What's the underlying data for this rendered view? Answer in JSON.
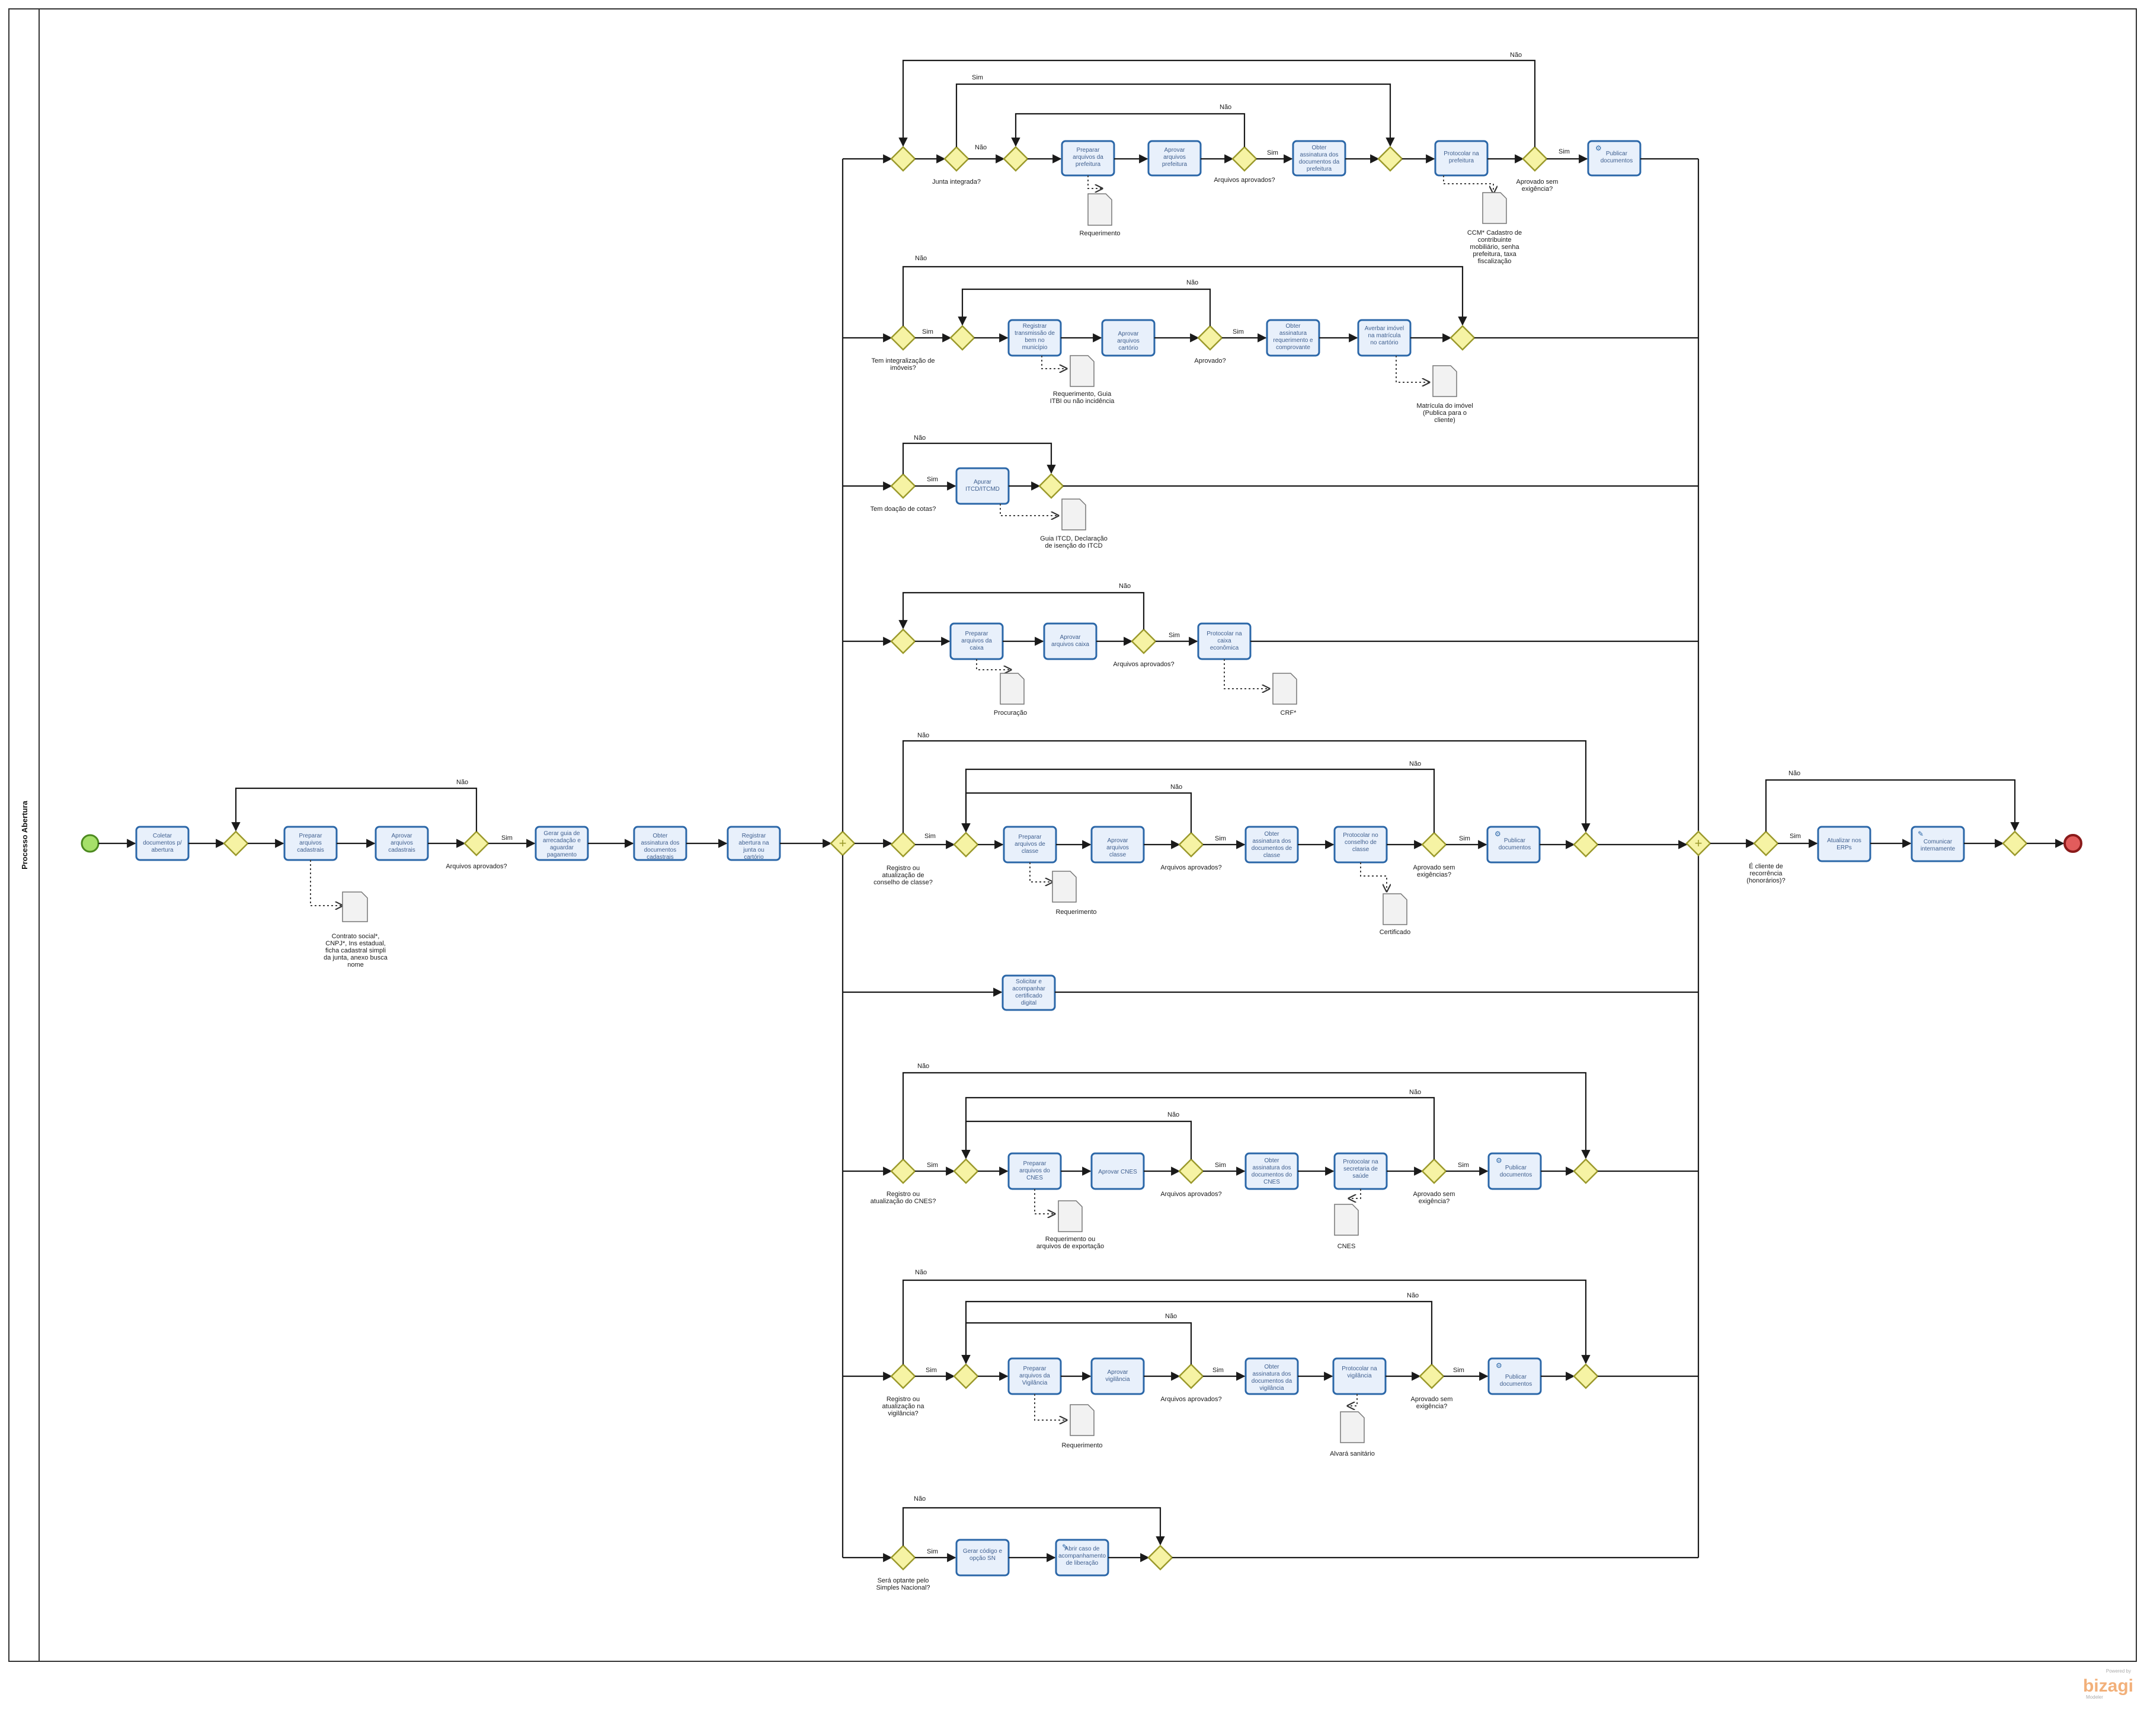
{
  "pool": {
    "title": "Processo Abertura"
  },
  "branding": {
    "powered": "Powered by",
    "name": "bizagi",
    "product": "Modeler"
  },
  "main": {
    "tasks": [
      "Coletar documentos p/ abertura",
      "Preparar arquivos cadastrais",
      "Aprovar arquivos cadastrais",
      "Gerar guia de arrecadação e aguardar pagamento",
      "Obter assinatura dos documentos cadastrais",
      "Registrar abertura na junta ou cartório"
    ],
    "gateway_label": "Arquivos aprovados?",
    "no": "Não",
    "yes": "Sim",
    "doc": "Contrato social*, CNPJ*, Ins estadual, ficha cadastral simpli da junta, anexo busca nome"
  },
  "lane_prefeitura": {
    "tasks": [
      "Preparar arquivos da prefeitura",
      "Aprovar arquivos prefeitura",
      "Obter assinatura dos documentos da prefeitura",
      "Protocolar na prefeitura",
      "Publicar documentos"
    ],
    "gw_junta": "Junta integrada?",
    "gw_aprov": "Arquivos aprovados?",
    "gw_semexig": "Aprovado sem exigência?",
    "doc1": "Requerimento",
    "doc2": "CCM* Cadastro de contribuinte mobiliário, senha prefeitura, taxa fiscalização"
  },
  "lane_imoveis": {
    "tasks": [
      "Registrar transmissão de bem no município",
      "Aprovar arquivos cartório",
      "Obter assinatura requerimento e comprovante",
      "Averbar imóvel na matrícula no cartório"
    ],
    "gw_tem": "Tem integralização de imóveis?",
    "gw_aprov": "Aprovado?",
    "doc1": "Requerimento, Guia ITBI ou não incidência",
    "doc2": "Matrícula do imóvel (Publica para o cliente)"
  },
  "lane_doacao": {
    "tasks": [
      "Apurar ITCD/ITCMD"
    ],
    "gw": "Tem doação de cotas?",
    "doc": "Guia ITCD, Declaração de isenção do ITCD"
  },
  "lane_caixa": {
    "tasks": [
      "Preparar arquivos da caixa",
      "Aprovar arquivos caixa",
      "Protocolar na caixa econômica"
    ],
    "gw": "Arquivos aprovados?",
    "doc1": "Procuração",
    "doc2": "CRF*"
  },
  "lane_classe": {
    "tasks": [
      "Preparar arquivos de classe",
      "Aprovar arquivos classe",
      "Obter assinatura dos documentos de classe",
      "Protocolar no conselho de classe",
      "Publicar documentos"
    ],
    "gw_reg": "Registro ou atualização de conselho de classe?",
    "gw_aprov": "Arquivos aprovados?",
    "gw_semexig": "Aprovado sem exigências?",
    "doc1": "Requerimento",
    "doc2": "Certificado"
  },
  "lane_cert": {
    "tasks": [
      "Solicitar e acompanhar certificado digital"
    ]
  },
  "lane_cnes": {
    "tasks": [
      "Preparar arquivos do CNES",
      "Aprovar CNES",
      "Obter assinatura dos documentos do CNES",
      "Protocolar na secretaria de saúde",
      "Publicar documentos"
    ],
    "gw_reg": "Registro ou atualização do CNES?",
    "gw_aprov": "Arquivos aprovados?",
    "gw_semexig": "Aprovado sem exigência?",
    "doc1": "Requerimento ou arquivos de exportação",
    "doc2": "CNES"
  },
  "lane_vig": {
    "tasks": [
      "Preparar arquivos da Vigilância",
      "Aprovar vigilância",
      "Obter assinatura dos documentos da vigilância",
      "Protocolar na vigilância",
      "Publicar documentos"
    ],
    "gw_reg": "Registro ou atualização na vigilância?",
    "gw_aprov": "Arquivos aprovados?",
    "gw_semexig": "Aprovado sem exigência?",
    "doc1": "Requerimento",
    "doc2": "Alvará sanitário"
  },
  "lane_sn": {
    "tasks": [
      "Gerar código e opção SN",
      "Abrir caso de acompanhamento de liberação"
    ],
    "gw": "Será optante pelo Simples Nacional?"
  },
  "final": {
    "tasks": [
      "Atualizar nos ERPs",
      "Comunicar internamente"
    ],
    "gw": "É cliente de recorrência (honorários)?"
  },
  "colors": {
    "task_fill": "#e8f0fb",
    "task_stroke": "#2b67a8",
    "gateway": "#f6f3a4",
    "start": "#a6e06a",
    "end": "#e25c5c"
  }
}
